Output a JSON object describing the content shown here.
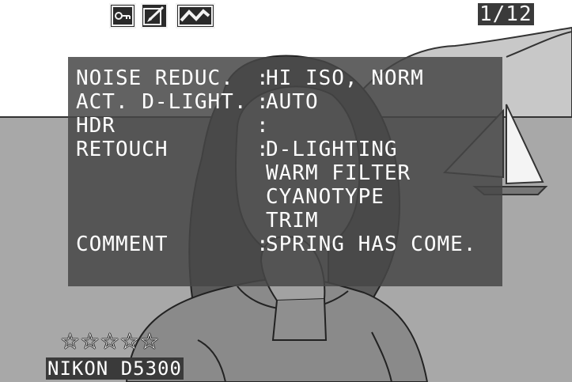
{
  "top_icons": {
    "protect": "key-icon",
    "retouch": "retouch-brush-icon",
    "active_d_lighting": "active-d-lighting-icon"
  },
  "frame_counter": "1/12",
  "info": {
    "noise_reduc": {
      "label": "NOISE REDUC.",
      "sep": ":",
      "value": "HI ISO, NORM"
    },
    "active_d_light": {
      "label": "ACT. D-LIGHT.",
      "sep": ":",
      "value": "AUTO"
    },
    "hdr": {
      "label": "HDR",
      "sep": ":",
      "value": ""
    },
    "retouch": {
      "label": "RETOUCH",
      "sep": ":",
      "values": [
        "D-LIGHTING",
        "WARM FILTER",
        "CYANOTYPE",
        "TRIM"
      ]
    },
    "comment": {
      "label": "COMMENT",
      "sep": ":",
      "value": "SPRING HAS COME."
    }
  },
  "rating": {
    "stars_text": "☆☆☆☆☆",
    "value": 0,
    "max": 5
  },
  "camera_model": "NIKON D5300",
  "colors": {
    "panel": "#464646",
    "text": "#ffffff"
  }
}
